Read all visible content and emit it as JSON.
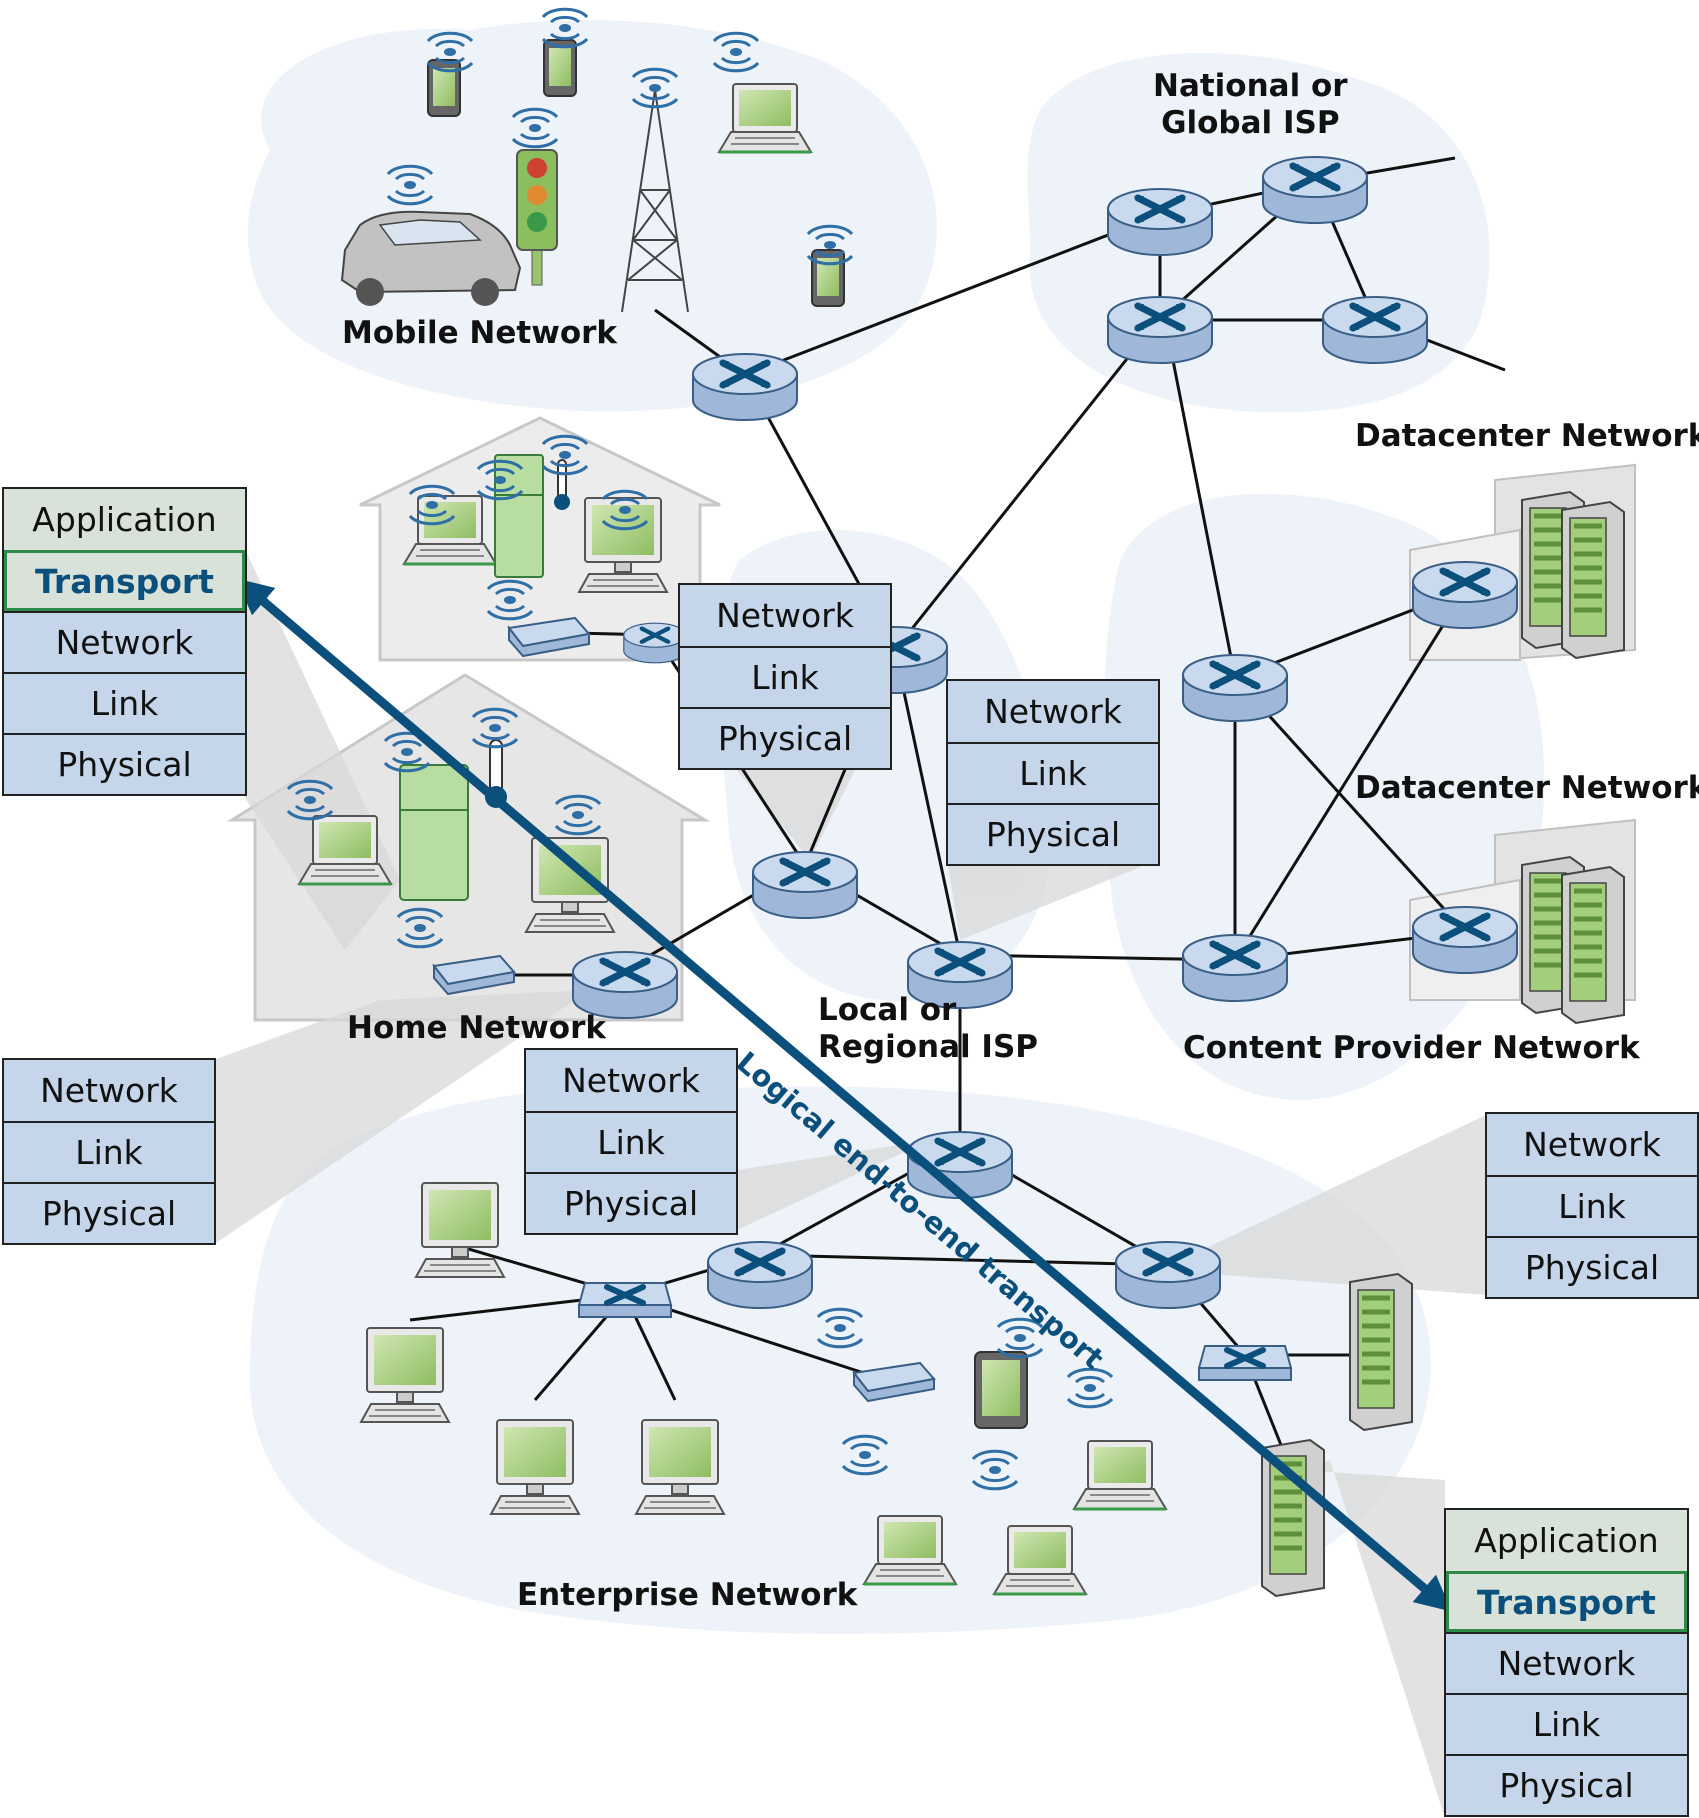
{
  "network_labels": {
    "mobile": "Mobile Network",
    "global_isp": [
      "National or",
      "Global ISP"
    ],
    "datacenter_1": "Datacenter Network",
    "datacenter_2": "Datacenter Network",
    "home": "Home Network",
    "local_isp": [
      "Local or",
      "Regional ISP"
    ],
    "content_provider": "Content Provider Network",
    "enterprise": "Enterprise Network"
  },
  "arrow_label": "Logical end-to-end transport",
  "stacks": {
    "host_top": [
      "Application",
      "Transport",
      "Network",
      "Link",
      "Physical"
    ],
    "router_center": [
      "Network",
      "Link",
      "Physical"
    ],
    "router_right": [
      "Network",
      "Link",
      "Physical"
    ],
    "home_left": [
      "Network",
      "Link",
      "Physical"
    ],
    "enterprise_center": [
      "Network",
      "Link",
      "Physical"
    ],
    "right_enterprise": [
      "Network",
      "Link",
      "Physical"
    ],
    "host_bottom": [
      "Application",
      "Transport",
      "Network",
      "Link",
      "Physical"
    ]
  },
  "colors": {
    "cloud": "#eef3fa",
    "layer_fill": "#c5d6ea",
    "app_fill": "#d9e2d9",
    "transport_border": "#2e8b4a",
    "arrow": "#0b4f7c",
    "router_fill": "#b8cce6",
    "router_mark": "#0b4f7c",
    "screen": "#a9cf82"
  }
}
